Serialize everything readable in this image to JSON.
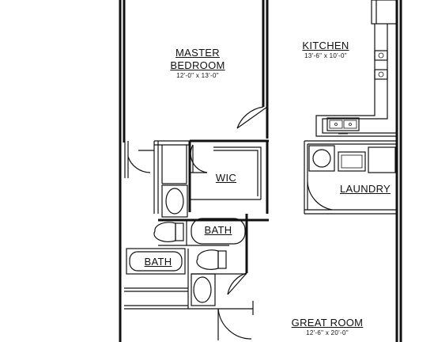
{
  "rooms": {
    "master_bedroom": {
      "name_line1": "MASTER",
      "name_line2": "BEDROOM",
      "dimensions": "12'-0\" x 13'-0\""
    },
    "kitchen": {
      "name": "KITCHEN",
      "dimensions": "13'-6\" x 10'-0\""
    },
    "wic": {
      "name": "WIC"
    },
    "laundry": {
      "name": "LAUNDRY"
    },
    "bath_1": {
      "name": "BATH"
    },
    "bath_2": {
      "name": "BATH"
    },
    "great_room": {
      "name": "GREAT ROOM",
      "dimensions": "12'-6\" x 20'-0\""
    }
  },
  "colors": {
    "line": "#111111",
    "background": "#ffffff"
  }
}
